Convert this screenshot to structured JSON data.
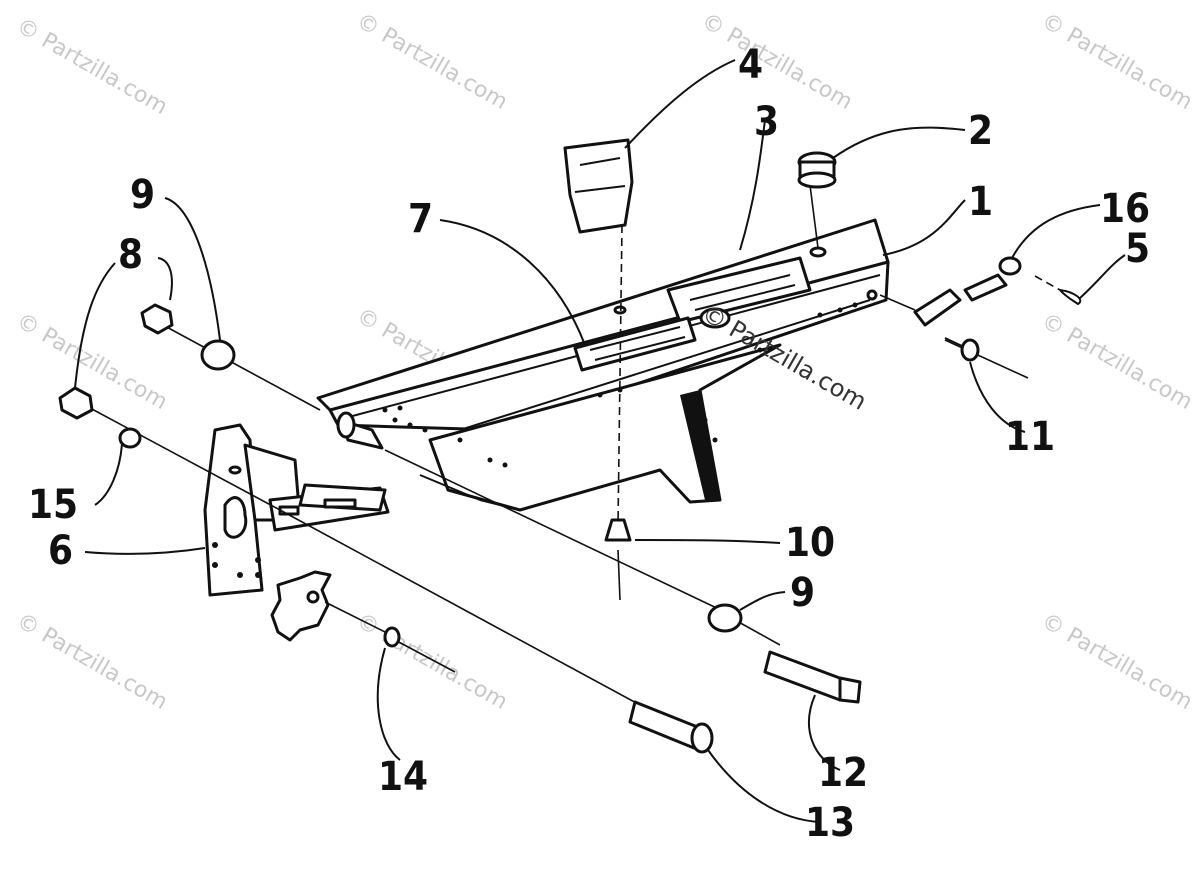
{
  "watermark": "© Partzilla.com",
  "callouts": [
    "1",
    "2",
    "3",
    "4",
    "5",
    "6",
    "7",
    "8",
    "8",
    "9",
    "9",
    "10",
    "11",
    "12",
    "13",
    "14",
    "15",
    "16"
  ]
}
